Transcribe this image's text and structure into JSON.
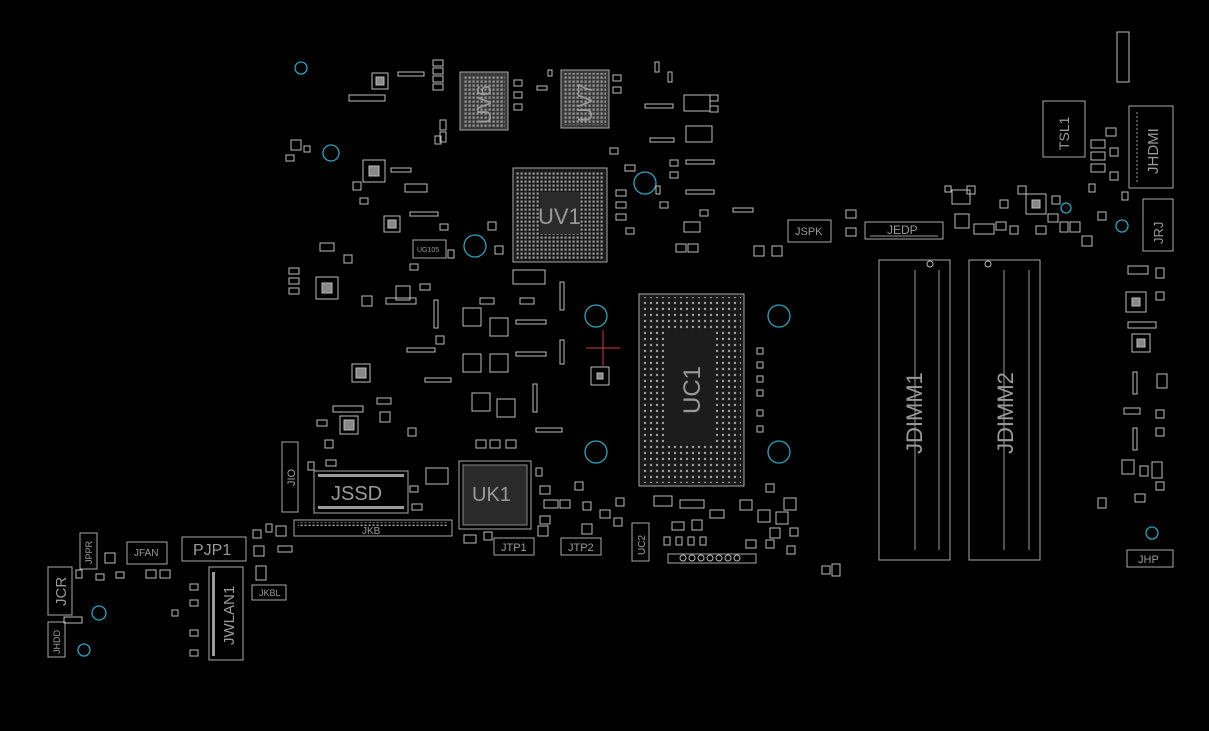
{
  "viewer": {
    "title": "",
    "colors": {
      "background": "#000000",
      "silkscreen": "#a8a8a8",
      "label": "#9a9a9a",
      "mounting_hole": "#2aa3c0",
      "cursor": "#c83c3c"
    }
  },
  "components": {
    "uv6": "UV6",
    "uv7": "UV7",
    "uv1": "UV1",
    "uc1": "UC1",
    "uk1": "UK1",
    "jssd": "JSSD",
    "jdimm1": "JDIMM1",
    "jdimm2": "JDIMM2",
    "jhdmi": "JHDMI",
    "tsl1": "TSL1",
    "jrj": "JRJ",
    "jedp": "JEDP",
    "jspk": "JSPK",
    "jkb": "JKB",
    "jkbl": "JKBL",
    "jio": "JIO",
    "jtp1": "JTP1",
    "jtp2": "JTP2",
    "uc2": "UC2",
    "pjp1": "PJP1",
    "jwlan1": "JWLAN1",
    "jfan": "JFAN",
    "jppr": "JPPR",
    "jcr": "JCR",
    "jhdd": "JHDD",
    "jhp": "JHP",
    "ug105": "UG105"
  }
}
